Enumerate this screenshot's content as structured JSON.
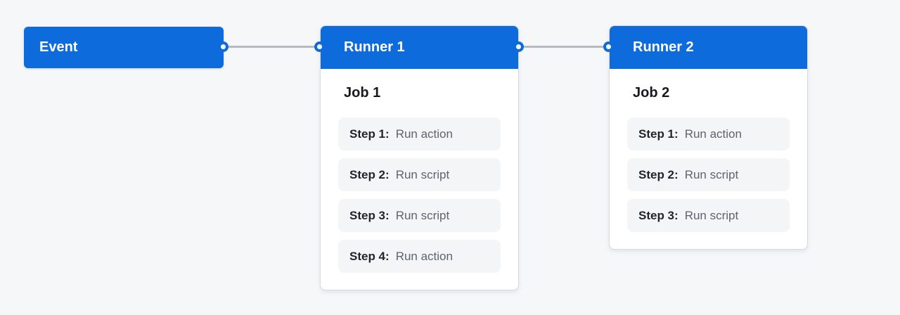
{
  "colors": {
    "accent_blue": "#0d6bdc",
    "canvas_background": "#f6f7f9",
    "connector_line": "#b5bbc1",
    "step_row_background": "#f4f5f7",
    "card_background": "#ffffff"
  },
  "event": {
    "label": "Event"
  },
  "runner1": {
    "title": "Runner 1",
    "job_title": "Job 1",
    "steps": [
      {
        "label": "Step 1:",
        "value": "Run action"
      },
      {
        "label": "Step 2:",
        "value": "Run script"
      },
      {
        "label": "Step 3:",
        "value": "Run script"
      },
      {
        "label": "Step 4:",
        "value": "Run action"
      }
    ]
  },
  "runner2": {
    "title": "Runner 2",
    "job_title": "Job 2",
    "steps": [
      {
        "label": "Step 1:",
        "value": "Run action"
      },
      {
        "label": "Step 2:",
        "value": "Run script"
      },
      {
        "label": "Step 3:",
        "value": "Run script"
      }
    ]
  }
}
